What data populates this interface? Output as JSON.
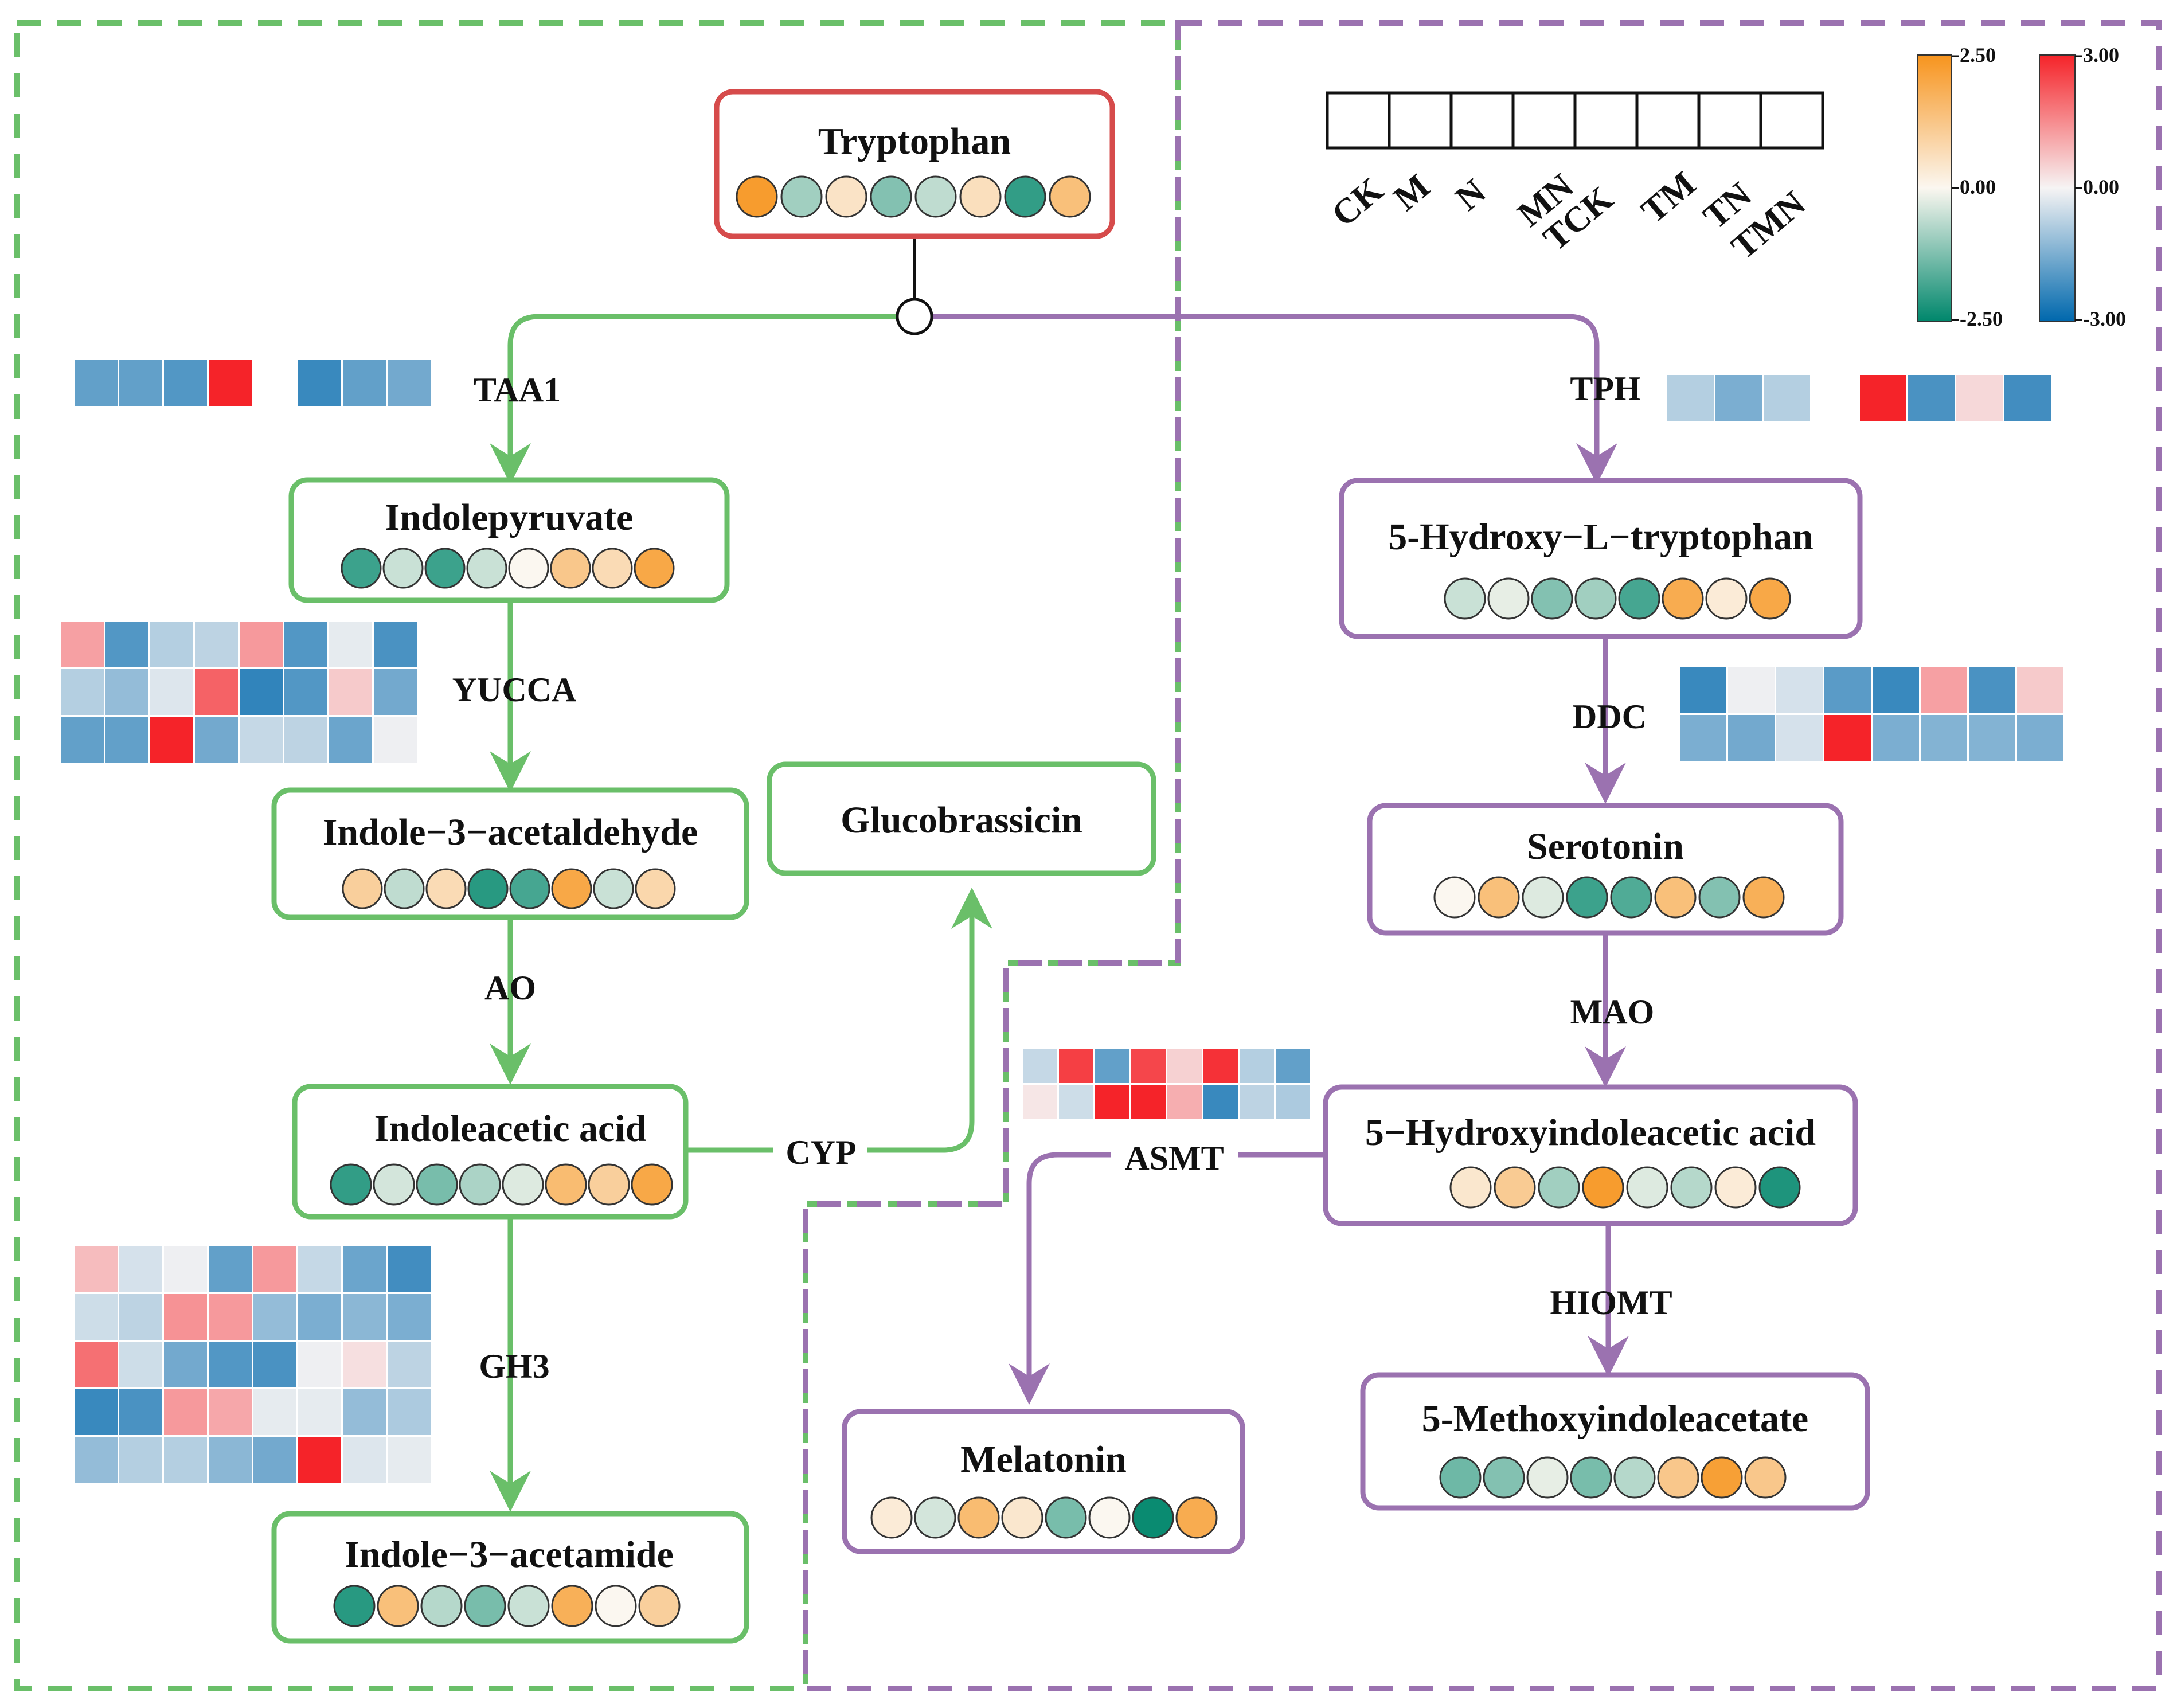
{
  "colors": {
    "green_pathway": "#6abf69",
    "purple_pathway": "#9b72b0",
    "tryptophan_border": "#d64b4b",
    "metabolite_low": "#00876c",
    "metabolite_mid": "#fbf7f0",
    "metabolite_high": "#f7941d",
    "gene_low": "#0068ad",
    "gene_mid": "#f6f4f4",
    "gene_high": "#f52329"
  },
  "legend": {
    "samples": [
      "CK",
      "M",
      "N",
      "MN",
      "TCK",
      "TM",
      "TN",
      "TMN"
    ],
    "metabolite_scale": {
      "max_label": "2.50",
      "mid_label": "0.00",
      "min_label": "-2.50",
      "max": 2.5,
      "min": -2.5
    },
    "gene_scale": {
      "max_label": "3.00",
      "mid_label": "0.00",
      "min_label": "-3.00",
      "max": 3.0,
      "min": -3.0
    }
  },
  "nodes": [
    {
      "id": "tryptophan",
      "label": "Tryptophan",
      "pathway": "red",
      "values": [
        2.3,
        -0.9,
        0.5,
        -1.2,
        -0.6,
        0.6,
        -2.0,
        1.4
      ]
    },
    {
      "id": "indolepyruvate",
      "label": "Indolepyruvate",
      "pathway": "green",
      "values": [
        -1.9,
        -0.5,
        -1.9,
        -0.5,
        0.0,
        1.2,
        0.7,
        2.0
      ]
    },
    {
      "id": "indole3acetaldehyde",
      "label": "Indole−3−acetaldehyde",
      "pathway": "green",
      "values": [
        1.0,
        -0.6,
        0.7,
        -2.1,
        -1.8,
        2.0,
        -0.5,
        0.8
      ]
    },
    {
      "id": "glucobrassicin",
      "label": "Glucobrassicin",
      "pathway": "green",
      "values": []
    },
    {
      "id": "indoleaceticacid",
      "label": "Indoleacetic acid",
      "pathway": "green",
      "values": [
        -2.0,
        -0.4,
        -1.3,
        -0.8,
        -0.3,
        1.5,
        1.0,
        2.0
      ]
    },
    {
      "id": "indole3acetamide",
      "label": "Indole−3−acetamide",
      "pathway": "green",
      "values": [
        -2.1,
        1.4,
        -0.7,
        -1.3,
        -0.5,
        1.8,
        0.0,
        1.0
      ]
    },
    {
      "id": "hydroxytryptophan",
      "label": "5-Hydroxy−L−tryptophan",
      "pathway": "purple",
      "values": [
        -0.5,
        -0.2,
        -1.2,
        -0.9,
        -1.8,
        1.9,
        0.3,
        2.0
      ]
    },
    {
      "id": "serotonin",
      "label": "Serotonin",
      "pathway": "purple",
      "values": [
        0.0,
        1.4,
        -0.3,
        -1.9,
        -1.7,
        1.4,
        -1.2,
        1.8
      ]
    },
    {
      "id": "hiaa",
      "label": "5−Hydroxyindoleacetic acid",
      "pathway": "purple",
      "values": [
        0.4,
        1.1,
        -0.9,
        2.3,
        -0.3,
        -0.7,
        0.3,
        -2.2
      ]
    },
    {
      "id": "melatonin",
      "label": "Melatonin",
      "pathway": "purple",
      "values": [
        0.3,
        -0.4,
        1.5,
        0.4,
        -1.3,
        0.0,
        -2.4,
        1.9
      ]
    },
    {
      "id": "methoxyindoleacetate",
      "label": "5-Methoxyindoleacetate",
      "pathway": "purple",
      "values": [
        -1.4,
        -1.2,
        -0.2,
        -1.3,
        -0.7,
        1.2,
        2.2,
        1.2
      ]
    }
  ],
  "enzymes": [
    {
      "id": "taa1",
      "label": "TAA1",
      "heatmap": [
        [
          -1.8,
          -1.8,
          -2.0,
          3.0,
          null,
          -2.3,
          -1.8,
          -1.6
        ]
      ]
    },
    {
      "id": "yucca",
      "label": "YUCCA",
      "heatmap": [
        [
          1.2,
          -2.0,
          -0.8,
          -0.7,
          1.3,
          -2.0,
          -0.2,
          -2.1
        ],
        [
          -0.8,
          -1.2,
          -0.3,
          2.1,
          -2.4,
          -2.0,
          0.6,
          -1.6
        ],
        [
          -1.8,
          -1.8,
          3.0,
          -1.6,
          -0.6,
          -0.7,
          -1.7,
          -0.1
        ]
      ]
    },
    {
      "id": "ao",
      "label": "AO",
      "heatmap": []
    },
    {
      "id": "cyp",
      "label": "CYP",
      "heatmap": []
    },
    {
      "id": "gh3",
      "label": "GH3",
      "heatmap": [
        [
          0.8,
          -0.4,
          -0.1,
          -1.8,
          1.3,
          -0.6,
          -1.7,
          -2.2
        ],
        [
          -0.5,
          -0.7,
          1.4,
          1.3,
          -1.2,
          -1.5,
          -1.3,
          -1.5
        ],
        [
          1.9,
          -0.5,
          -1.6,
          -2.0,
          -2.1,
          -0.1,
          0.3,
          -0.7
        ],
        [
          -2.3,
          -2.1,
          1.3,
          1.1,
          -0.2,
          -0.2,
          -1.2,
          -0.9
        ],
        [
          -1.2,
          -0.8,
          -0.8,
          -1.3,
          -1.6,
          3.0,
          -0.3,
          -0.2
        ]
      ]
    },
    {
      "id": "tph",
      "label": "TPH",
      "heatmap": [
        [
          -0.8,
          -1.5,
          -0.8,
          null,
          3.0,
          -2.1,
          0.4,
          -2.2
        ]
      ]
    },
    {
      "id": "ddc",
      "label": "DDC",
      "heatmap": [
        [
          -2.3,
          -0.1,
          -0.4,
          -1.9,
          -2.3,
          1.2,
          -2.1,
          0.6
        ],
        [
          -1.5,
          -1.6,
          -0.4,
          3.0,
          -1.5,
          -1.4,
          -1.4,
          -1.5
        ]
      ]
    },
    {
      "id": "mao",
      "label": "MAO",
      "heatmap": []
    },
    {
      "id": "asmt",
      "label": "ASMT",
      "heatmap": [
        [
          -0.6,
          2.6,
          -1.8,
          2.5,
          0.5,
          2.8,
          -0.8,
          -1.8
        ],
        [
          0.2,
          -0.5,
          3.0,
          3.0,
          1.0,
          -2.3,
          -0.7,
          -0.9
        ]
      ]
    },
    {
      "id": "hiomt",
      "label": "HIOMT",
      "heatmap": []
    }
  ]
}
